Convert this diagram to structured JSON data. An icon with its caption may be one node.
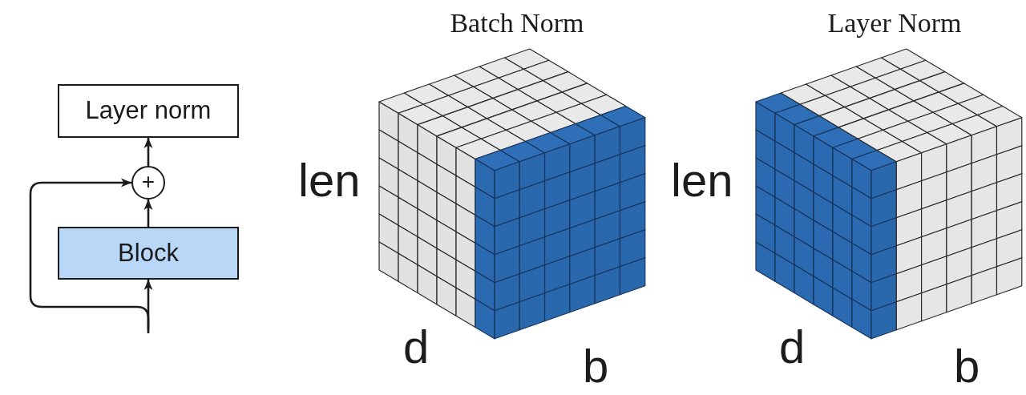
{
  "diagram": {
    "nodes": [
      {
        "text": [
          "Layer norm"
        ]
      },
      {
        "text": [
          "+"
        ]
      },
      {
        "text": [
          "Block"
        ]
      }
    ],
    "edges": [
      {
        "from": 2,
        "to": 1,
        "arrow": "to"
      },
      {
        "from": 1,
        "to": 0,
        "arrow": "to"
      },
      {
        "from": null,
        "to": 2,
        "arrow": "to"
      },
      {
        "from": null,
        "to": 1,
        "arrow": "to"
      }
    ],
    "labels": [
      "Batch Norm",
      "len",
      "d",
      "b",
      "Layer Norm",
      "len",
      "d",
      "b"
    ]
  }
}
